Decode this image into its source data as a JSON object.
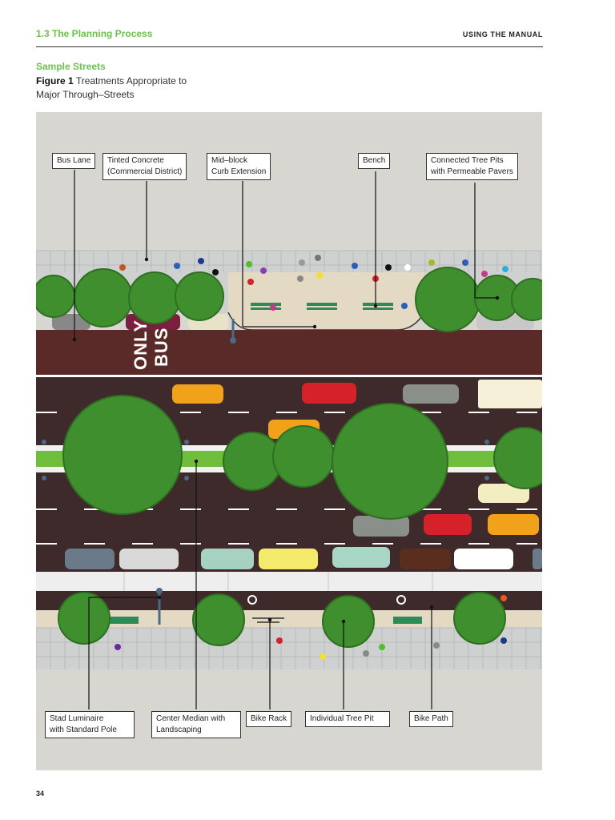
{
  "header": {
    "section": "1.3 The Planning Process",
    "chapter": "USING THE MANUAL"
  },
  "section_title": "Sample Streets",
  "figure": {
    "label": "Figure 1",
    "caption": "Treatments Appropriate to Major Through–Streets",
    "road_marking_line1": "ONLY",
    "road_marking_line2": "BUS"
  },
  "callouts_top": [
    {
      "text": "Bus Lane"
    },
    {
      "text": "Tinted Concrete\n(Commercial District)"
    },
    {
      "text": "Mid–block\nCurb Extension"
    },
    {
      "text": "Bench"
    },
    {
      "text": "Connected Tree Pits\nwith Permeable Pavers"
    }
  ],
  "callouts_bottom": [
    {
      "text": "Stad Luminaire\nwith Standard Pole"
    },
    {
      "text": "Center Median with\nLandscaping"
    },
    {
      "text": "Bike Rack"
    },
    {
      "text": "Individual Tree Pit"
    },
    {
      "text": "Bike Path"
    }
  ],
  "colors": {
    "accent": "#6cc24a",
    "bus_lane": "#5a2a28",
    "roadway": "#3e2a2a",
    "tree": "#3f8f2e",
    "sidewalk": "#cfd0d0",
    "paver": "#e4d9c2"
  },
  "page_number": "34"
}
